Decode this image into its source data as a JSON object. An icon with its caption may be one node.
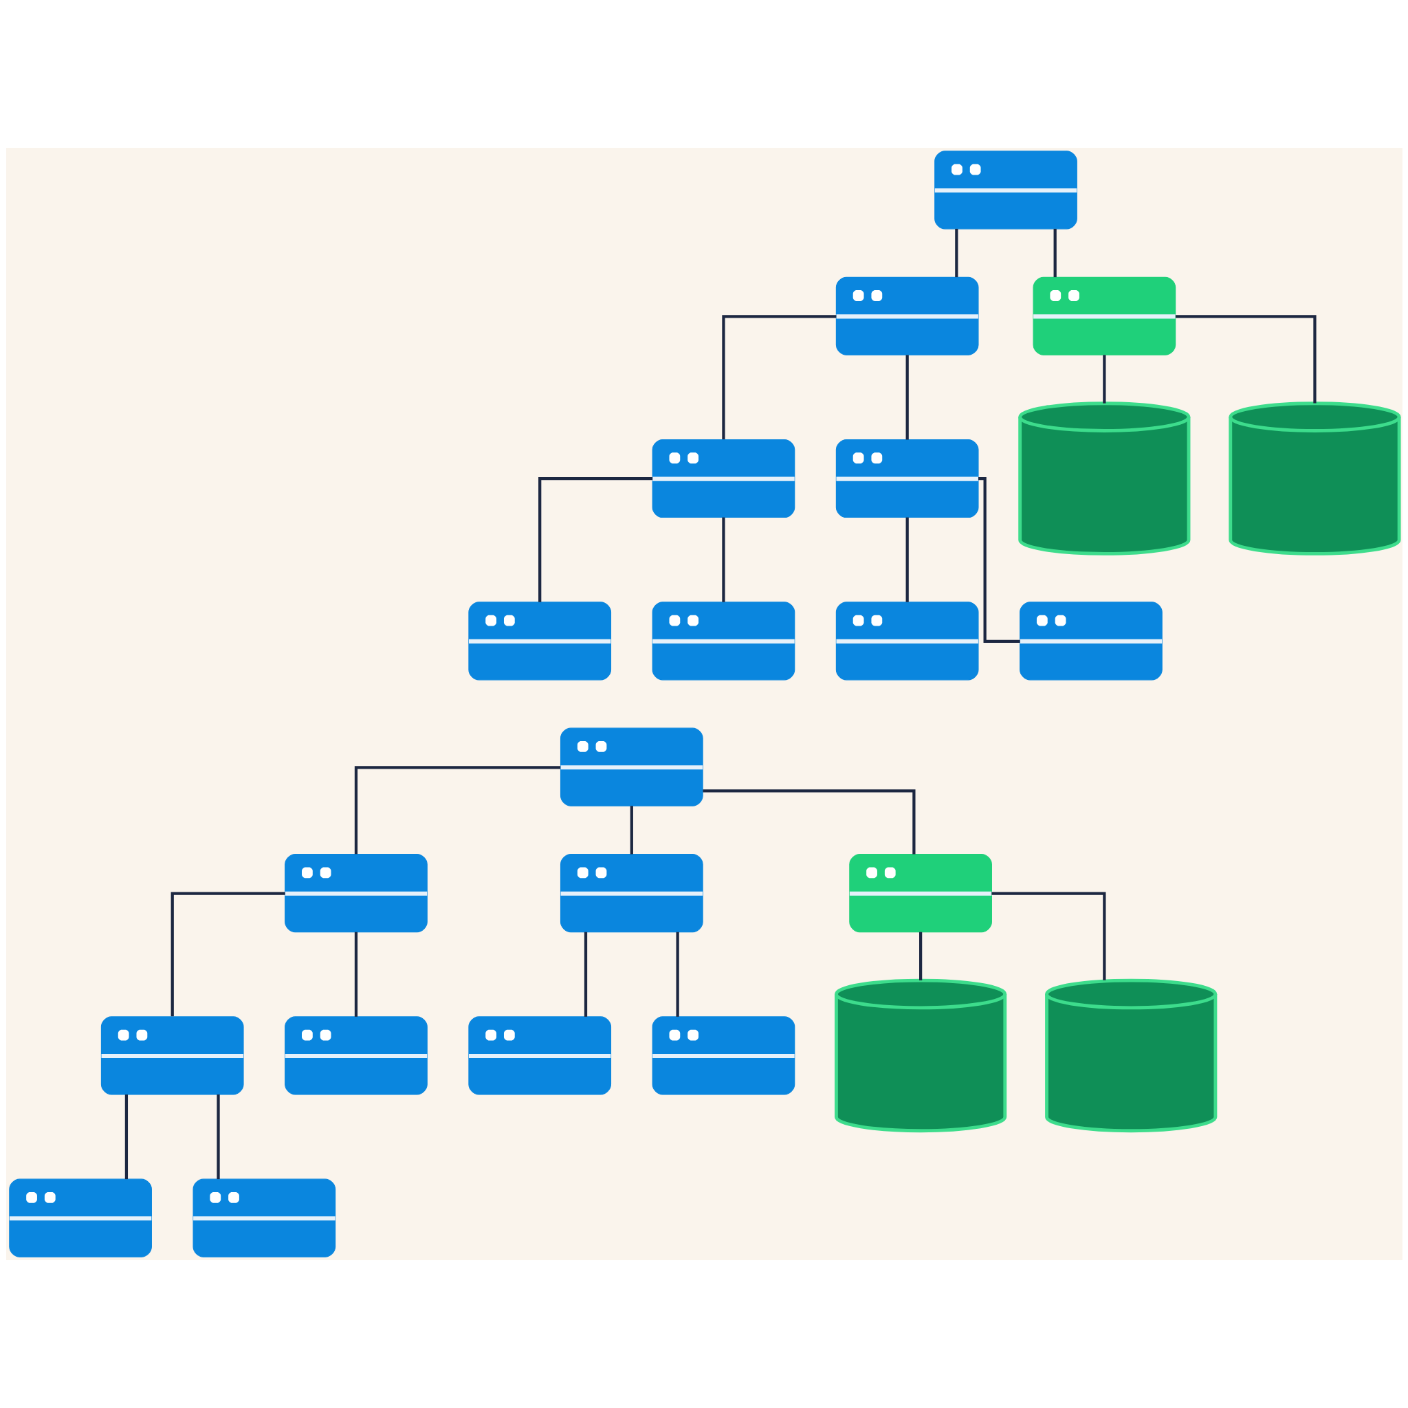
{
  "diagram": {
    "nodes": [
      {
        "text": [],
        "shape": "box"
      },
      {
        "text": [],
        "shape": "box"
      },
      {
        "text": [],
        "shape": "box"
      },
      {
        "text": [],
        "shape": "box"
      },
      {
        "text": [],
        "shape": "box"
      },
      {
        "text": [],
        "shape": "cylinder"
      },
      {
        "text": [],
        "shape": "cylinder"
      },
      {
        "text": [],
        "shape": "box"
      },
      {
        "text": [],
        "shape": "box"
      },
      {
        "text": [],
        "shape": "box"
      },
      {
        "text": [],
        "shape": "box"
      },
      {
        "text": [],
        "shape": "box"
      },
      {
        "text": [],
        "shape": "box"
      },
      {
        "text": [],
        "shape": "box"
      },
      {
        "text": [],
        "shape": "box"
      },
      {
        "text": [],
        "shape": "box"
      },
      {
        "text": [],
        "shape": "box"
      },
      {
        "text": [],
        "shape": "box"
      },
      {
        "text": [],
        "shape": "box"
      },
      {
        "text": [],
        "shape": "cylinder"
      },
      {
        "text": [],
        "shape": "cylinder"
      },
      {
        "text": [],
        "shape": "box"
      },
      {
        "text": [],
        "shape": "box"
      }
    ],
    "edges": [
      {
        "from": 0,
        "to": 1,
        "arrow": "none"
      },
      {
        "from": 0,
        "to": 2,
        "arrow": "none"
      },
      {
        "from": 1,
        "to": 3,
        "arrow": "none"
      },
      {
        "from": 1,
        "to": 4,
        "arrow": "none"
      },
      {
        "from": 2,
        "to": 5,
        "arrow": "none"
      },
      {
        "from": 2,
        "to": 6,
        "arrow": "none"
      },
      {
        "from": 3,
        "to": 7,
        "arrow": "none"
      },
      {
        "from": 3,
        "to": 8,
        "arrow": "none"
      },
      {
        "from": 4,
        "to": 9,
        "arrow": "none"
      },
      {
        "from": 4,
        "to": 10,
        "arrow": "none"
      },
      {
        "from": 11,
        "to": 12,
        "arrow": "none"
      },
      {
        "from": 11,
        "to": 13,
        "arrow": "none"
      },
      {
        "from": 11,
        "to": 14,
        "arrow": "none"
      },
      {
        "from": 12,
        "to": 15,
        "arrow": "none"
      },
      {
        "from": 12,
        "to": 16,
        "arrow": "none"
      },
      {
        "from": 13,
        "to": 17,
        "arrow": "none"
      },
      {
        "from": 13,
        "to": 18,
        "arrow": "none"
      },
      {
        "from": 14,
        "to": 19,
        "arrow": "none"
      },
      {
        "from": 14,
        "to": 20,
        "arrow": "none"
      },
      {
        "from": 15,
        "to": 21,
        "arrow": "none"
      },
      {
        "from": 15,
        "to": 22,
        "arrow": "none"
      }
    ]
  }
}
